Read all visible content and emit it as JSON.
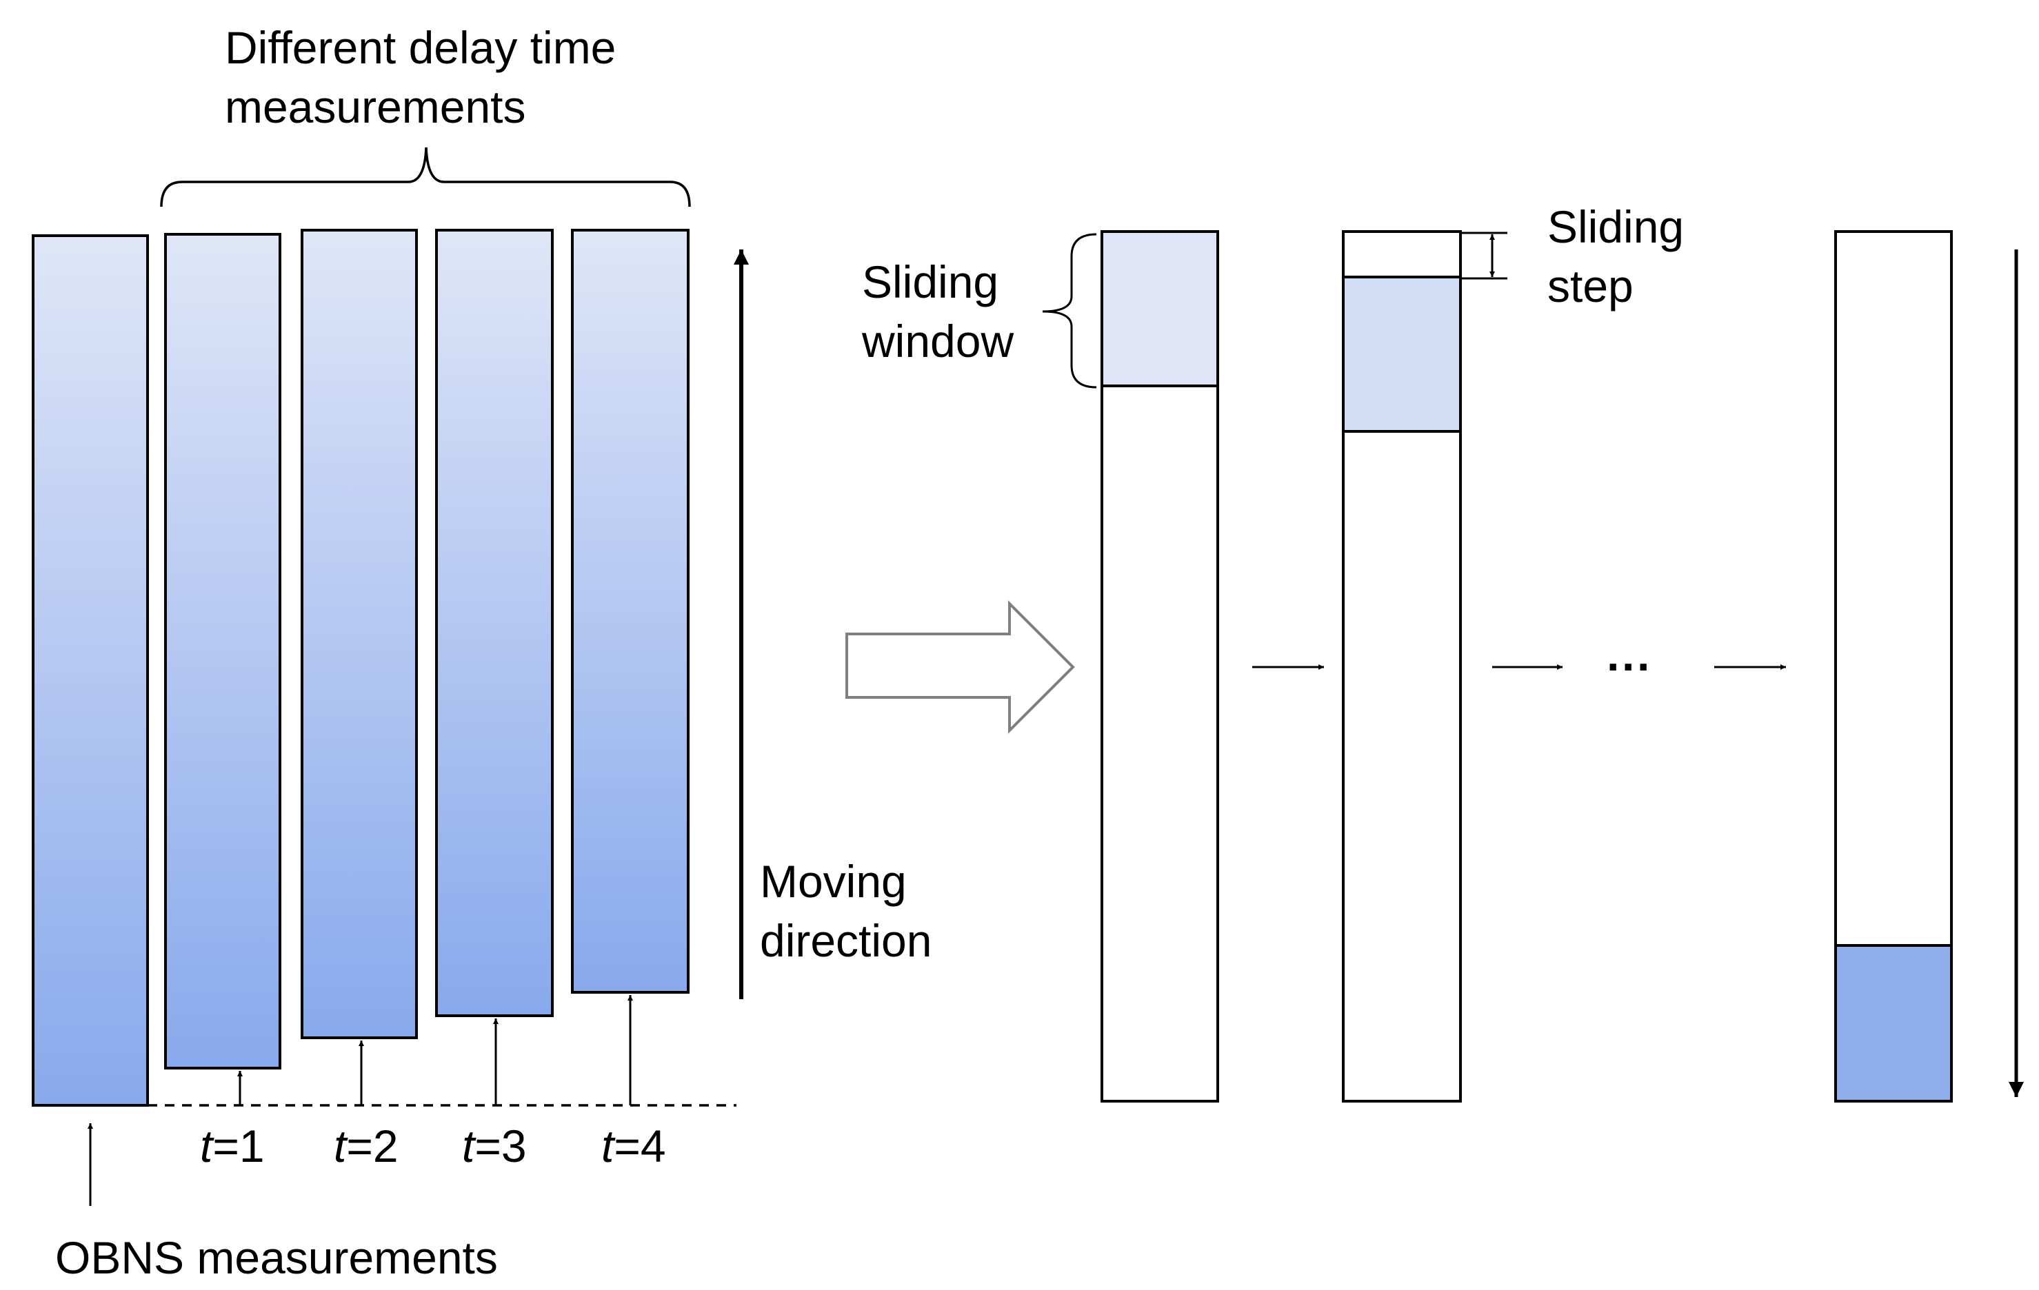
{
  "labels": {
    "delay_title_line1": "Different delay time",
    "delay_title_line2": "measurements",
    "obns": "OBNS measurements",
    "moving_line1": "Moving",
    "moving_line2": "direction",
    "window_line1": "Sliding",
    "window_line2": "window",
    "step_line1": "Sliding",
    "step_line2": "step",
    "ellipsis": "···"
  },
  "time_labels": [
    {
      "var": "t",
      "rest": "=1"
    },
    {
      "var": "t",
      "rest": "=2"
    },
    {
      "var": "t",
      "rest": "=3"
    },
    {
      "var": "t",
      "rest": "=4"
    }
  ],
  "colors": {
    "gradient_top": "#dfe6f7",
    "gradient_bottom": "#88a9ec",
    "window_first": "#dfe4f6",
    "window_second": "#d3ddf5",
    "window_last": "#90aeec",
    "stroke": "#000000",
    "hollow_arrow": "#808080"
  }
}
